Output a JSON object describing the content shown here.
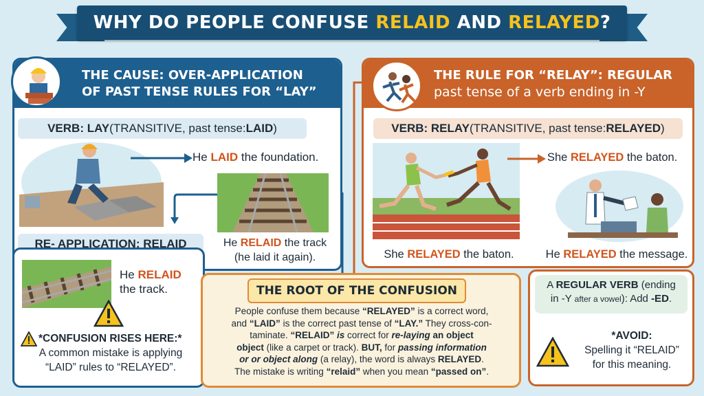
{
  "title": {
    "prefix": "WHY DO PEOPLE CONFUSE ",
    "word1": "RELAID",
    "middle": " AND ",
    "word2": "RELAYED",
    "suffix": "?"
  },
  "left_panel": {
    "heading_line1": "THE CAUSE: OVER-APPLICATION",
    "heading_line2": "OF PAST TENSE RULES FOR “LAY”",
    "verb_label": "VERB: LAY",
    "verb_rest": " (TRANSITIVE, past tense: ",
    "verb_past": "LAID",
    "verb_close": ")",
    "ex1_a": "He ",
    "ex1_b": "LAID",
    "ex1_c": " the foundation.",
    "re_label": "RE- APPLICATION: RELAID",
    "ex2_a": "He ",
    "ex2_b": "RELAID",
    "ex2_c": " the track",
    "ex2_d": "(he laid it again).",
    "ex3_a": "He ",
    "ex3_b": "RELAID",
    "ex3_c": "the track."
  },
  "confusion": {
    "label": "*CONFUSION RISES HERE:*",
    "line1": "A common mistake is applying",
    "line2": "“LAID” rules to “RELAYED”."
  },
  "right_panel": {
    "heading_line1": "THE RULE FOR “RELAY”: REGULAR",
    "heading_line2": "past tense of a verb ending in -Y",
    "verb_label": "VERB: RELAY",
    "verb_rest": " (TRANSITIVE, past tense: ",
    "verb_past": "RELAYED",
    "verb_close": ")",
    "ex1_a": "She ",
    "ex1_b": "RELAYED",
    "ex1_c": " the baton.",
    "ex2_a": "She ",
    "ex2_b": "RELAYED",
    "ex2_c": " the baton.",
    "ex3_a": "He ",
    "ex3_b": "RELAYED",
    "ex3_c": " the message.",
    "regular_a": "A ",
    "regular_b": "REGULAR VERB",
    "regular_c": " (ending",
    "regular_d": "in -Y ",
    "regular_e": "after a vowel",
    "regular_f": "): Add ",
    "regular_g": "-ED",
    "regular_h": "."
  },
  "avoid": {
    "label": "*AVOID:",
    "line1": "Spelling it “RELAID”",
    "line2": "for this meaning."
  },
  "root": {
    "title": "THE ROOT OF THE CONFUSION",
    "l1a": "People confuse them because ",
    "l1b": "“RELAYED”",
    "l1c": " is a correct word,",
    "l2a": "and ",
    "l2b": "“LAID”",
    "l2c": " is the correct past tense of ",
    "l2d": "“LAY.”",
    "l2e": " They cross-con-",
    "l3a": "taminate. ",
    "l3b": "“RELAID”",
    "l3c": " is",
    "l3d": " correct for ",
    "l3e": "re-laying",
    "l3f": " an object",
    "l4a": "object",
    "l4b": " (like a carpet or track). ",
    "l4c": "BUT,",
    "l4d": " for ",
    "l4e": "passing information",
    "l5a": "or or object along",
    "l5b": " (a relay), the word is always ",
    "l5c": "RELAYED",
    "l6a": "The mistake is writing ",
    "l6b": "“relaid”",
    "l6c": " when you mean ",
    "l6d": "“passed on”",
    "l6e": "."
  },
  "colors": {
    "blue": "#1d5f8f",
    "orange": "#c9632a",
    "yellow": "#f6c21b"
  },
  "icons": [
    "worker-icon",
    "runners-icon",
    "warning-icon",
    "arrow-right-icon"
  ]
}
